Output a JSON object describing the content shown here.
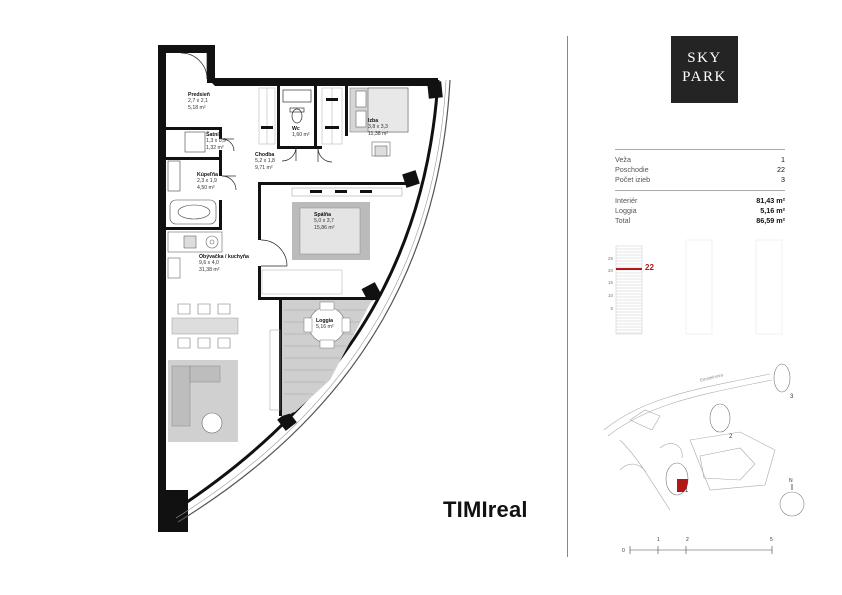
{
  "brand": "TIMIreal",
  "logo": {
    "line1": "SKY",
    "line2": "PARK"
  },
  "rooms": [
    {
      "name": "Predsieň",
      "dims": "2,7 x 2,1",
      "area": "5,18 m²"
    },
    {
      "name": "Šatník",
      "dims": "1,3 x 0,9",
      "area": "1,32 m²"
    },
    {
      "name": "Kúpeľňa",
      "dims": "2,3 x 1,9",
      "area": "4,50 m²"
    },
    {
      "name": "Chodba",
      "dims": "5,2 x 1,8",
      "area": "9,71 m²"
    },
    {
      "name": "Wc",
      "dims": "",
      "area": "1,60 m²"
    },
    {
      "name": "Izba",
      "dims": "3,8 x 3,3",
      "area": "11,38 m²"
    },
    {
      "name": "Spálňa",
      "dims": "5,0 x 3,7",
      "area": "15,86 m²"
    },
    {
      "name": "Obývačka / kuchyňa",
      "dims": "9,6 x 4,0",
      "area": "31,38 m²"
    },
    {
      "name": "Loggia",
      "dims": "",
      "area": "5,16 m²"
    }
  ],
  "summary": {
    "tower": {
      "label": "Veža",
      "value": "1"
    },
    "floor": {
      "label": "Poschodie",
      "value": "22"
    },
    "rooms": {
      "label": "Počet izieb",
      "value": "3"
    },
    "interior": {
      "label": "Interiér",
      "value": "81,43 m²"
    },
    "loggia": {
      "label": "Loggia",
      "value": "5,16 m²"
    },
    "total": {
      "label": "Total",
      "value": "86,59 m²"
    }
  },
  "tower_diagram": {
    "highlight_floor": "22",
    "axis_ticks": [
      "25",
      "20",
      "15",
      "10",
      "5"
    ],
    "highlight_color": "#b01818"
  },
  "site_map": {
    "street": "Einsteinova",
    "tower_labels": [
      "1",
      "2",
      "3"
    ],
    "north": "N"
  },
  "scale_bar": {
    "ticks": [
      "0",
      "1",
      "2",
      "5"
    ]
  }
}
